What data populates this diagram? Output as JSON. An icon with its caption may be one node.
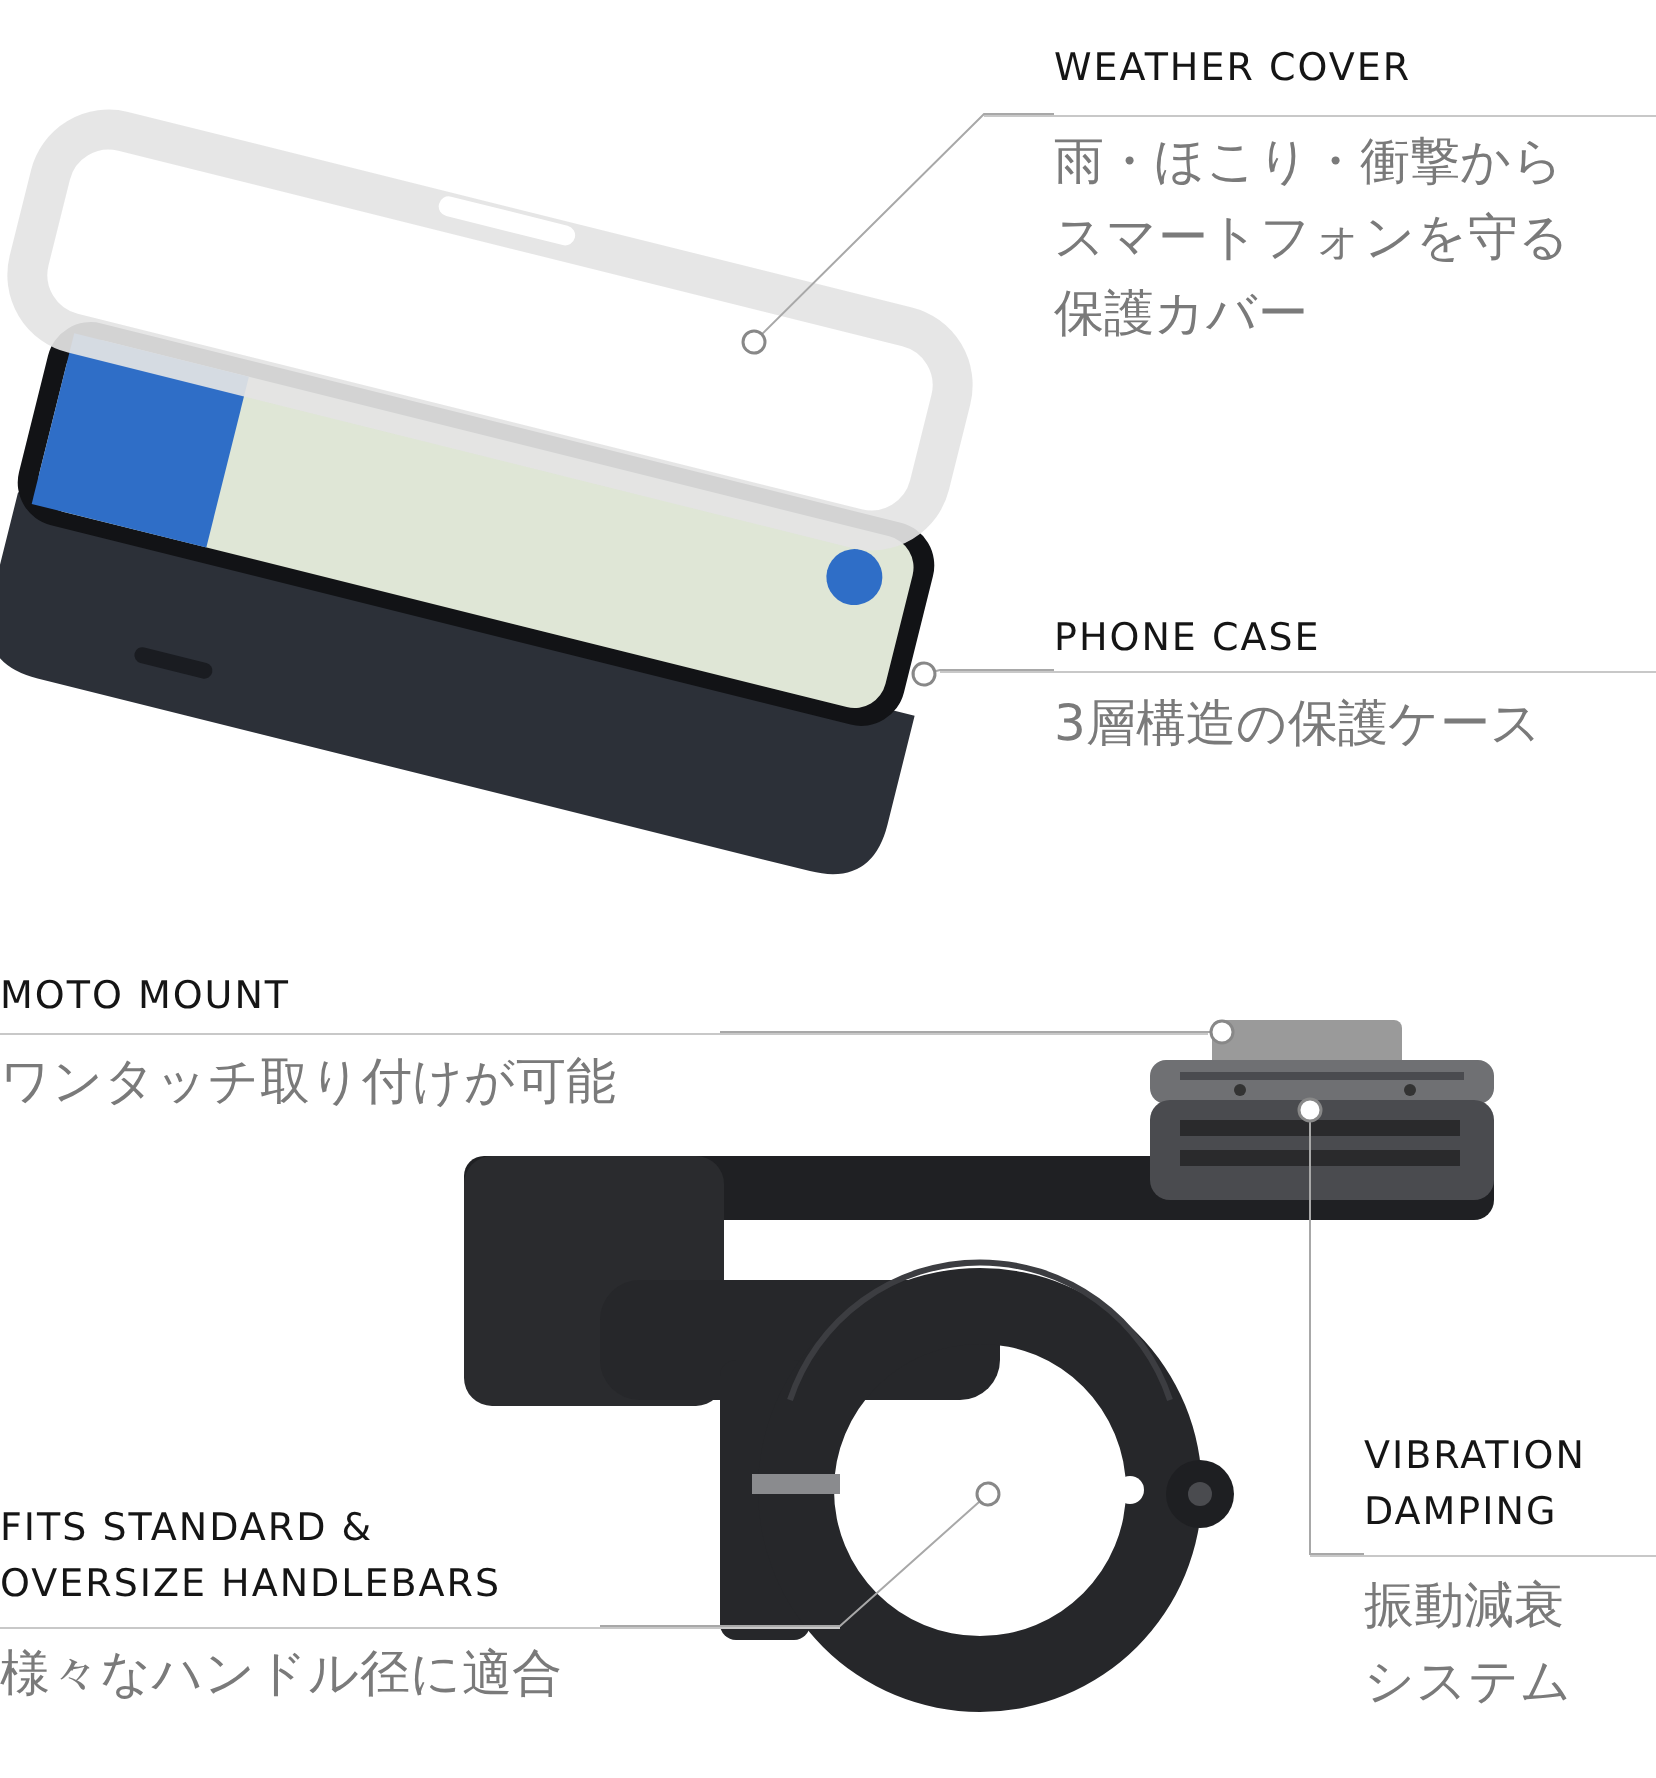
{
  "diagram": {
    "nodes": [
      {
        "text": [
          "WEATHER COVER",
          "雨・ほこり・衝撃からスマートフォンを守る保護カバー"
        ]
      },
      {
        "text": [],
        "shape": "picture"
      },
      {
        "text": [
          "PHONE CASE",
          "3層構造の保護ケース"
        ]
      },
      {
        "text": [],
        "shape": "picture"
      },
      {
        "text": [
          "MOTO MOUNT",
          "ワンタッチ取り付けが可能"
        ]
      },
      {
        "text": [],
        "shape": "picture"
      },
      {
        "text": [
          "VIBRATION DAMPING",
          "振動減衰システム"
        ]
      },
      {
        "text": [],
        "shape": "picture"
      },
      {
        "text": [
          "FITS STANDARD & OVERSIZE HANDLEBARS",
          "様々なハンドル径に適合"
        ]
      },
      {
        "text": [],
        "shape": "picture"
      }
    ],
    "edges": [
      {
        "from": 0,
        "to": 1,
        "arrow": "other"
      },
      {
        "from": 2,
        "to": 3,
        "arrow": "other"
      },
      {
        "from": 4,
        "to": 5,
        "arrow": "other"
      },
      {
        "from": 6,
        "to": 7,
        "arrow": "other"
      },
      {
        "from": 8,
        "to": 9,
        "arrow": "other"
      }
    ]
  }
}
